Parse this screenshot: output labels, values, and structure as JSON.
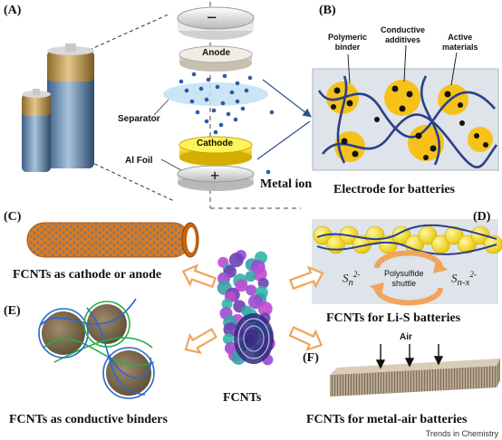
{
  "panels": {
    "a": {
      "letter": "(A)",
      "anode": "Anode",
      "separator": "Separator",
      "cathode": "Cathode",
      "al_foil": "Al Foil",
      "metal_ion": "Metal ion",
      "minus": "−",
      "plus": "+"
    },
    "b": {
      "letter": "(B)",
      "binder": "Polymeric binder",
      "binder_1": "Polymeric",
      "binder_2": "binder",
      "additives_1": "Conductive",
      "additives_2": "additives",
      "active_1": "Active",
      "active_2": "materials",
      "caption": "Electrode for batteries"
    },
    "c": {
      "letter": "(C)",
      "caption": "FCNTs as cathode or anode"
    },
    "d": {
      "letter": "(D)",
      "shuttle_1": "Polysulfide",
      "shuttle_2": "shuttle",
      "sn_left": "S",
      "sn_left_sub": "n",
      "sn_left_sup": "2-",
      "sn_right": "S",
      "sn_right_sub": "n-x",
      "sn_right_sup": "2-",
      "caption": "FCNTs for Li-S batteries"
    },
    "e": {
      "letter": "(E)",
      "caption": "FCNTs as conductive binders"
    },
    "f": {
      "letter": "(F)",
      "air": "Air",
      "caption": "FCNTs for metal-air batteries"
    },
    "center": {
      "caption": "FCNTs"
    }
  },
  "credit": "Trends in Chemistry",
  "colors": {
    "orange_arrow": "#f0a55a",
    "yellow": "#f6c21a",
    "blue_line": "#2b3f8a",
    "panel_bg": "#dfe3ea"
  }
}
